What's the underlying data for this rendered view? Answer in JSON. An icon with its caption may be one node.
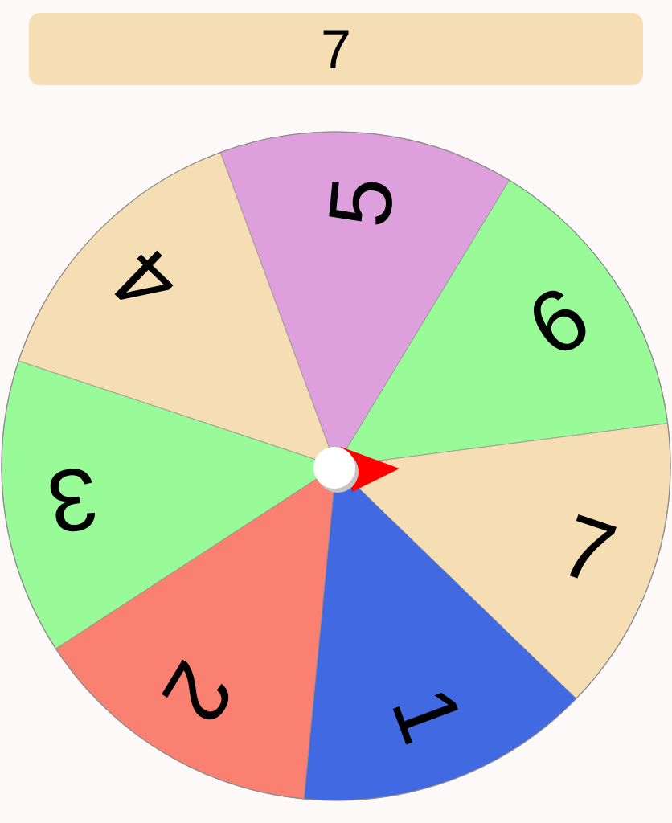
{
  "diagram": {
    "nodes": [
      {
        "text": [
          "7"
        ]
      },
      {
        "text": [
          "5"
        ]
      },
      {
        "text": [
          "6"
        ]
      },
      {
        "text": [
          "7"
        ]
      },
      {
        "text": [
          "1"
        ]
      },
      {
        "text": [
          "2"
        ]
      },
      {
        "text": [
          "3"
        ]
      },
      {
        "text": [
          "4"
        ]
      }
    ]
  }
}
